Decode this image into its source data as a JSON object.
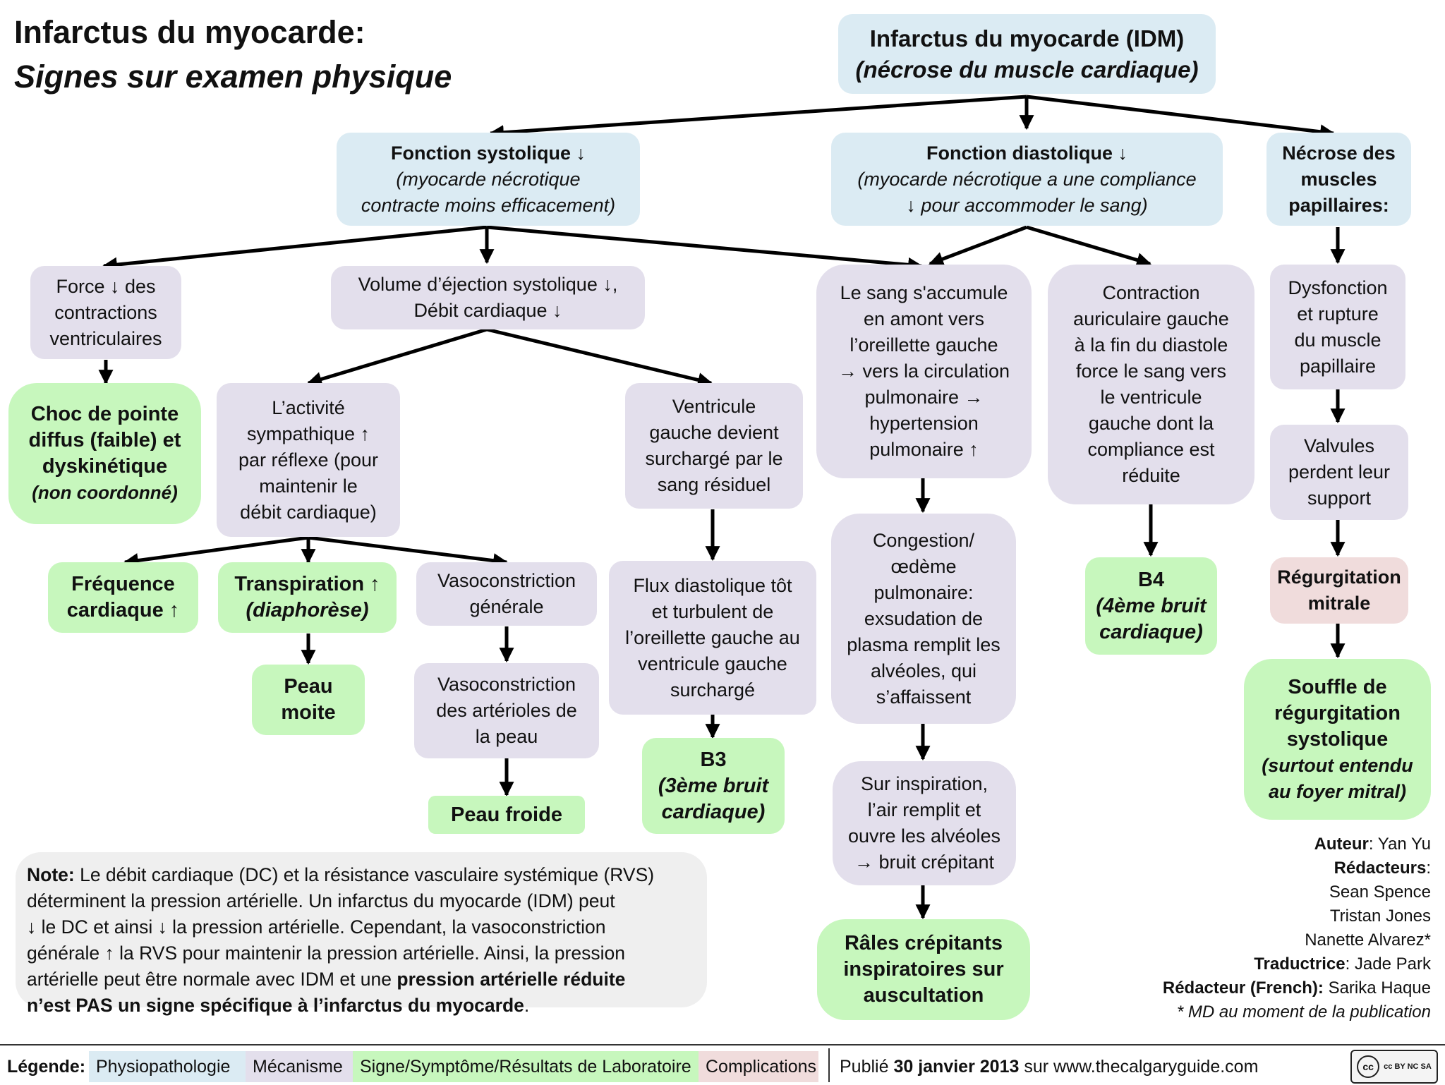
{
  "title": {
    "line1": "Infarctus du myocarde:",
    "line2": "Signes sur examen physique"
  },
  "colors": {
    "physiopathologie": "#dbebf3",
    "mecanisme": "#e3dfec",
    "signe": "#c7f7bd",
    "complications": "#f0dcdc",
    "note": "#efefef",
    "arrow": "#000000"
  },
  "nodes": {
    "idm": [
      "Infarctus du myocarde (IDM)",
      "(nécrose du muscle cardiaque)"
    ],
    "systolic": [
      "Fonction systolique ↓",
      "(myocarde nécrotique",
      "contracte moins efficacement)"
    ],
    "diastolic": [
      "Fonction diastolique ↓",
      "(myocarde nécrotique a une compliance",
      "↓ pour accommoder le sang)"
    ],
    "papillary": [
      "Nécrose des",
      "muscles",
      "papillaires:"
    ],
    "force": [
      "Force ↓ des",
      "contractions",
      "ventriculaires"
    ],
    "stroke_volume": [
      "Volume d’éjection systolique ↓,",
      "Débit cardiaque ↓"
    ],
    "blood_accum": [
      "Le sang s'accumule",
      "en amont vers",
      "l’oreillette gauche",
      "→ vers la circulation",
      "pulmonaire →",
      "hypertension",
      "pulmonaire ↑"
    ],
    "atrial_contraction": [
      "Contraction",
      "auriculaire gauche",
      "à la fin du diastole",
      "force le sang vers",
      "le ventricule",
      "gauche dont la",
      "compliance est",
      "réduite"
    ],
    "papillary_dysfunction": [
      "Dysfonction",
      "et rupture",
      "du muscle",
      "papillaire"
    ],
    "apex_beat": [
      "Choc de pointe",
      "diffus (faible) et",
      "dyskinétique",
      "(non coordonné)"
    ],
    "sympathetic": [
      "L’activité",
      "sympathique ↑",
      "par réflexe (pour",
      "maintenir le",
      "débit cardiaque)"
    ],
    "lv_overload": [
      "Ventricule",
      "gauche devient",
      "surchargé par le",
      "sang résiduel"
    ],
    "valves": [
      "Valvules",
      "perdent leur",
      "support"
    ],
    "heart_rate": [
      "Fréquence",
      "cardiaque ↑"
    ],
    "sweating": [
      "Transpiration ↑",
      "(diaphorèse)"
    ],
    "vasoconstriction": [
      "Vasoconstriction",
      "générale"
    ],
    "diastolic_flow": [
      "Flux diastolique tôt",
      "et turbulent de",
      "l’oreillette gauche au",
      "ventricule gauche",
      "surchargé"
    ],
    "congestion": [
      "Congestion/",
      "œdème",
      "pulmonaire:",
      "exsudation de",
      "plasma remplit les",
      "alvéoles, qui",
      "s’affaissent"
    ],
    "b4": [
      "B4",
      "(4ème bruit",
      "cardiaque)"
    ],
    "mitral_regurg": [
      "Régurgitation",
      "mitrale"
    ],
    "moist_skin": [
      "Peau",
      "moite"
    ],
    "arteriole_vaso": [
      "Vasoconstriction",
      "des artérioles de",
      "la peau"
    ],
    "b3": [
      "B3",
      "(3ème bruit",
      "cardiaque)"
    ],
    "inspiration": [
      "Sur inspiration,",
      "l’air remplit et",
      "ouvre les alvéoles",
      "→ bruit crépitant"
    ],
    "systolic_murmur": [
      "Souffle de",
      "régurgitation",
      "systolique",
      "(surtout entendu",
      "au foyer mitral)"
    ],
    "cold_skin": [
      "Peau froide"
    ],
    "crackles": [
      "Râles crépitants",
      "inspiratoires sur",
      "auscultation"
    ]
  },
  "note": {
    "label": "Note:",
    "line1": "Le débit cardiaque (DC) et la résistance vasculaire systémique (RVS)",
    "line2": "déterminent la pression artérielle. Un infarctus du myocarde (IDM) peut",
    "line3": "↓ le DC et ainsi ↓ la pression artérielle. Cependant, la vasoconstriction",
    "line4": "générale ↑ la RVS pour maintenir la pression artérielle. Ainsi, la pression",
    "line5a": "artérielle peut être normale avec IDM et une",
    "line5b": "pression artérielle réduite",
    "line6a": "n’est PAS un signe spécifique à l’infarctus du myocarde",
    "line6b": "."
  },
  "credits": {
    "author_label": "Auteur",
    "author": ": Yan Yu",
    "editors_label": "Rédacteurs",
    "editors_colon": ":",
    "editor1": "Sean Spence",
    "editor2": "Tristan Jones",
    "editor3": "Nanette Alvarez*",
    "translator_label": "Traductrice",
    "translator": ": Jade Park",
    "french_editor_label": "Rédacteur (French):",
    "french_editor": " Sarika Haque",
    "md_note": "* MD au moment de la publication"
  },
  "footer": {
    "legend_label": "Légende:",
    "legend_physio": "Physiopathologie",
    "legend_mech": "Mécanisme",
    "legend_sign": "Signe/Symptôme/Résultats de Laboratoire",
    "legend_comp": "Complications",
    "published_prefix": "Publié ",
    "published_date": "30 janvier 2013",
    "published_suffix": " sur www.thecalgaryguide.com",
    "license": "cc BY NC SA"
  }
}
